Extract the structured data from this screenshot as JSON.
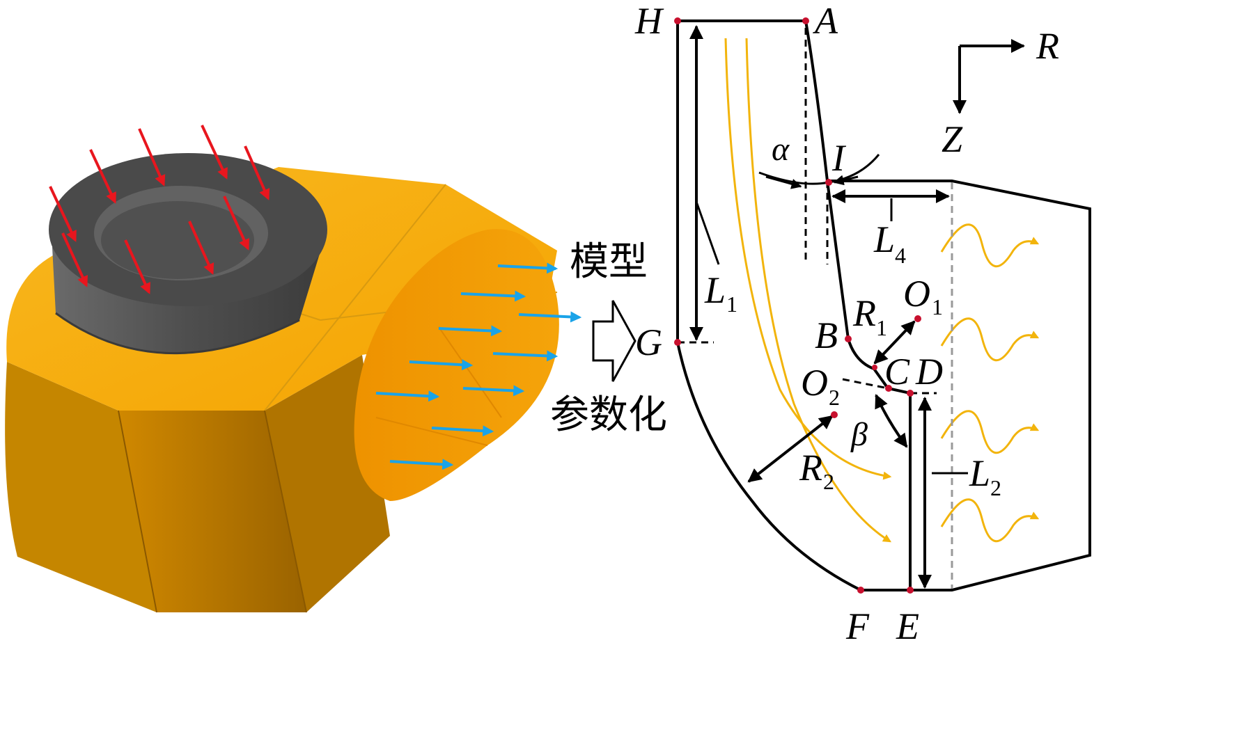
{
  "labels": {
    "arrow_top": "模型",
    "arrow_bottom": "参数化"
  },
  "points": {
    "H": "H",
    "A": "A",
    "G": "G",
    "B": "B",
    "C": "C",
    "D": "D",
    "E": "E",
    "F": "F",
    "I": "I",
    "O1": "O",
    "O1_sub": "1",
    "O2": "O",
    "O2_sub": "2"
  },
  "axes": {
    "R": "R",
    "Z": "Z"
  },
  "dimensions": {
    "L1": "L",
    "L1_sub": "1",
    "L2": "L",
    "L2_sub": "2",
    "L4": "L",
    "L4_sub": "4",
    "R1": "R",
    "R1_sub": "1",
    "R2": "R",
    "R2_sub": "2",
    "alpha": "α",
    "beta": "β"
  },
  "colors": {
    "die_orange": "#F5A800",
    "die_dark": "#8C5A00",
    "punch_gray": "#5A5A5A",
    "force_red": "#E8161E",
    "flow_blue": "#1AA3E8",
    "flow_line": "#F2B40C",
    "profile_black": "#000000",
    "node_red": "#C8102E"
  }
}
